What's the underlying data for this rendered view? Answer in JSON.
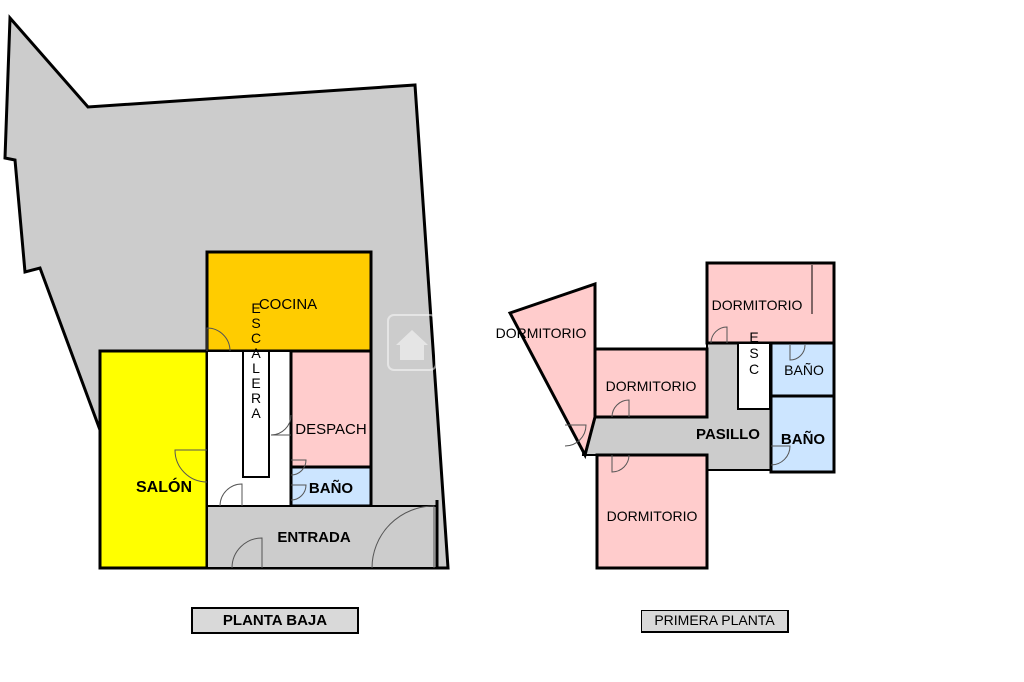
{
  "floors": {
    "ground": {
      "caption": "PLANTA BAJA",
      "rooms": {
        "cocina": "COCINA",
        "salon": "SALÓN",
        "escalera": "ESCALERA",
        "despacho": "DESPACH",
        "bano": "BAÑO",
        "entrada": "ENTRADA"
      }
    },
    "first": {
      "caption": "PRIMERA PLANTA",
      "rooms": {
        "dormitorio_1": "DORMITORIO",
        "dormitorio_2": "DORMITORIO",
        "dormitorio_3": "DORMITORIO",
        "dormitorio_4": "DORMITORIO",
        "esc": "ESC",
        "bano_1": "BAÑO",
        "bano_2": "BAÑO",
        "pasillo": "PASILLO"
      }
    }
  },
  "colors": {
    "exterior": "#cccccc",
    "cocina": "#ffcc00",
    "salon": "#ffff00",
    "bedroom": "#ffcccc",
    "bathroom": "#cce5ff",
    "circulation": "#cccccc",
    "stair": "#ffffff"
  },
  "icons": {
    "watermark": "house-logo-watermark",
    "door": "door-swing-arc"
  }
}
